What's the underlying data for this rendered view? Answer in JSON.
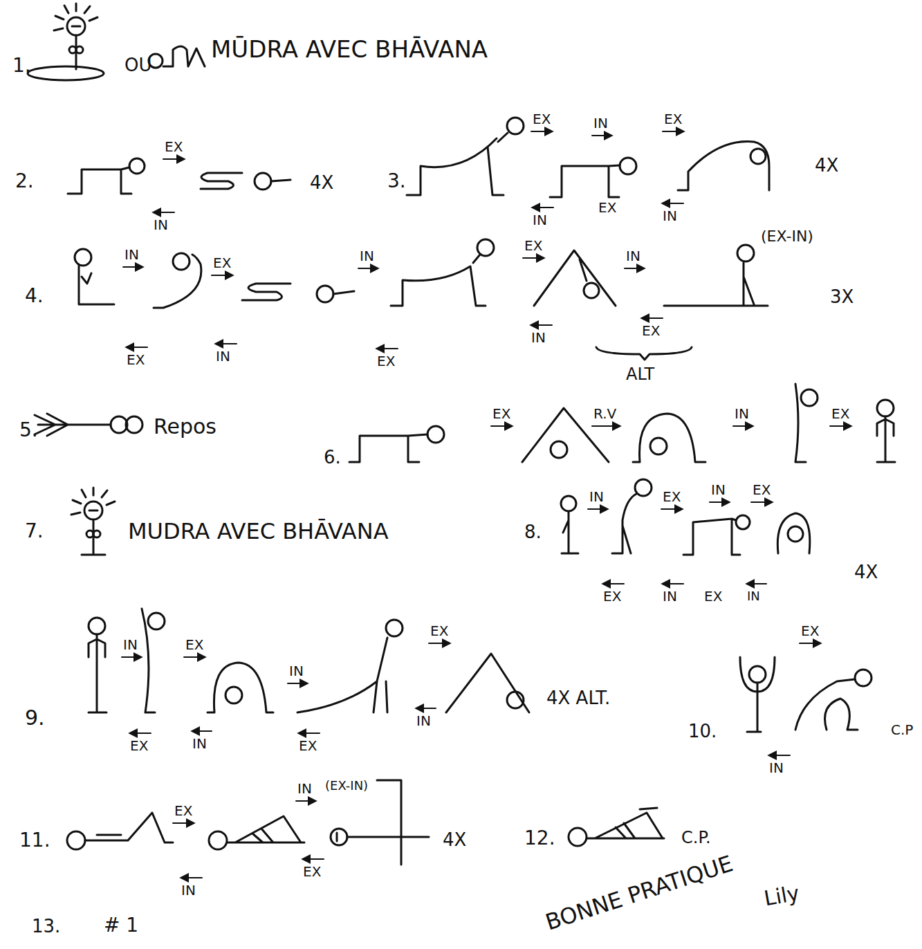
{
  "diagram": {
    "labels": [
      "1.",
      "OU",
      "MŪDRA AVEC BHĀVANA",
      "2.",
      "EX",
      "IN",
      "4X",
      "3.",
      "EX",
      "IN",
      "EX",
      "IN",
      "EX",
      "IN",
      "4X",
      "4.",
      "IN",
      "EX",
      "EX",
      "IN",
      "IN",
      "EX",
      "EX",
      "IN",
      "IN",
      "EX",
      "(EX-IN)",
      "ALT",
      "3X",
      "5.",
      "Repos",
      "6.",
      "EX",
      "R.V",
      "IN",
      "EX",
      "7.",
      "MUDRA AVEC BHĀVANA",
      "8.",
      "IN",
      "EX",
      "IN",
      "EX",
      "EX",
      "IN",
      "EX",
      "IN",
      "4X",
      "9.",
      "IN",
      "EX",
      "IN",
      "EX",
      "EX",
      "IN",
      "EX",
      "IN",
      "4X ALT.",
      "10.",
      "EX",
      "C.P",
      "IN",
      "11.",
      "EX",
      "IN",
      "IN",
      "(EX-IN)",
      "EX",
      "4X",
      "12.",
      "C.P.",
      "13.",
      "# 1",
      "BONNE PRATIQUE",
      "Lily"
    ]
  }
}
